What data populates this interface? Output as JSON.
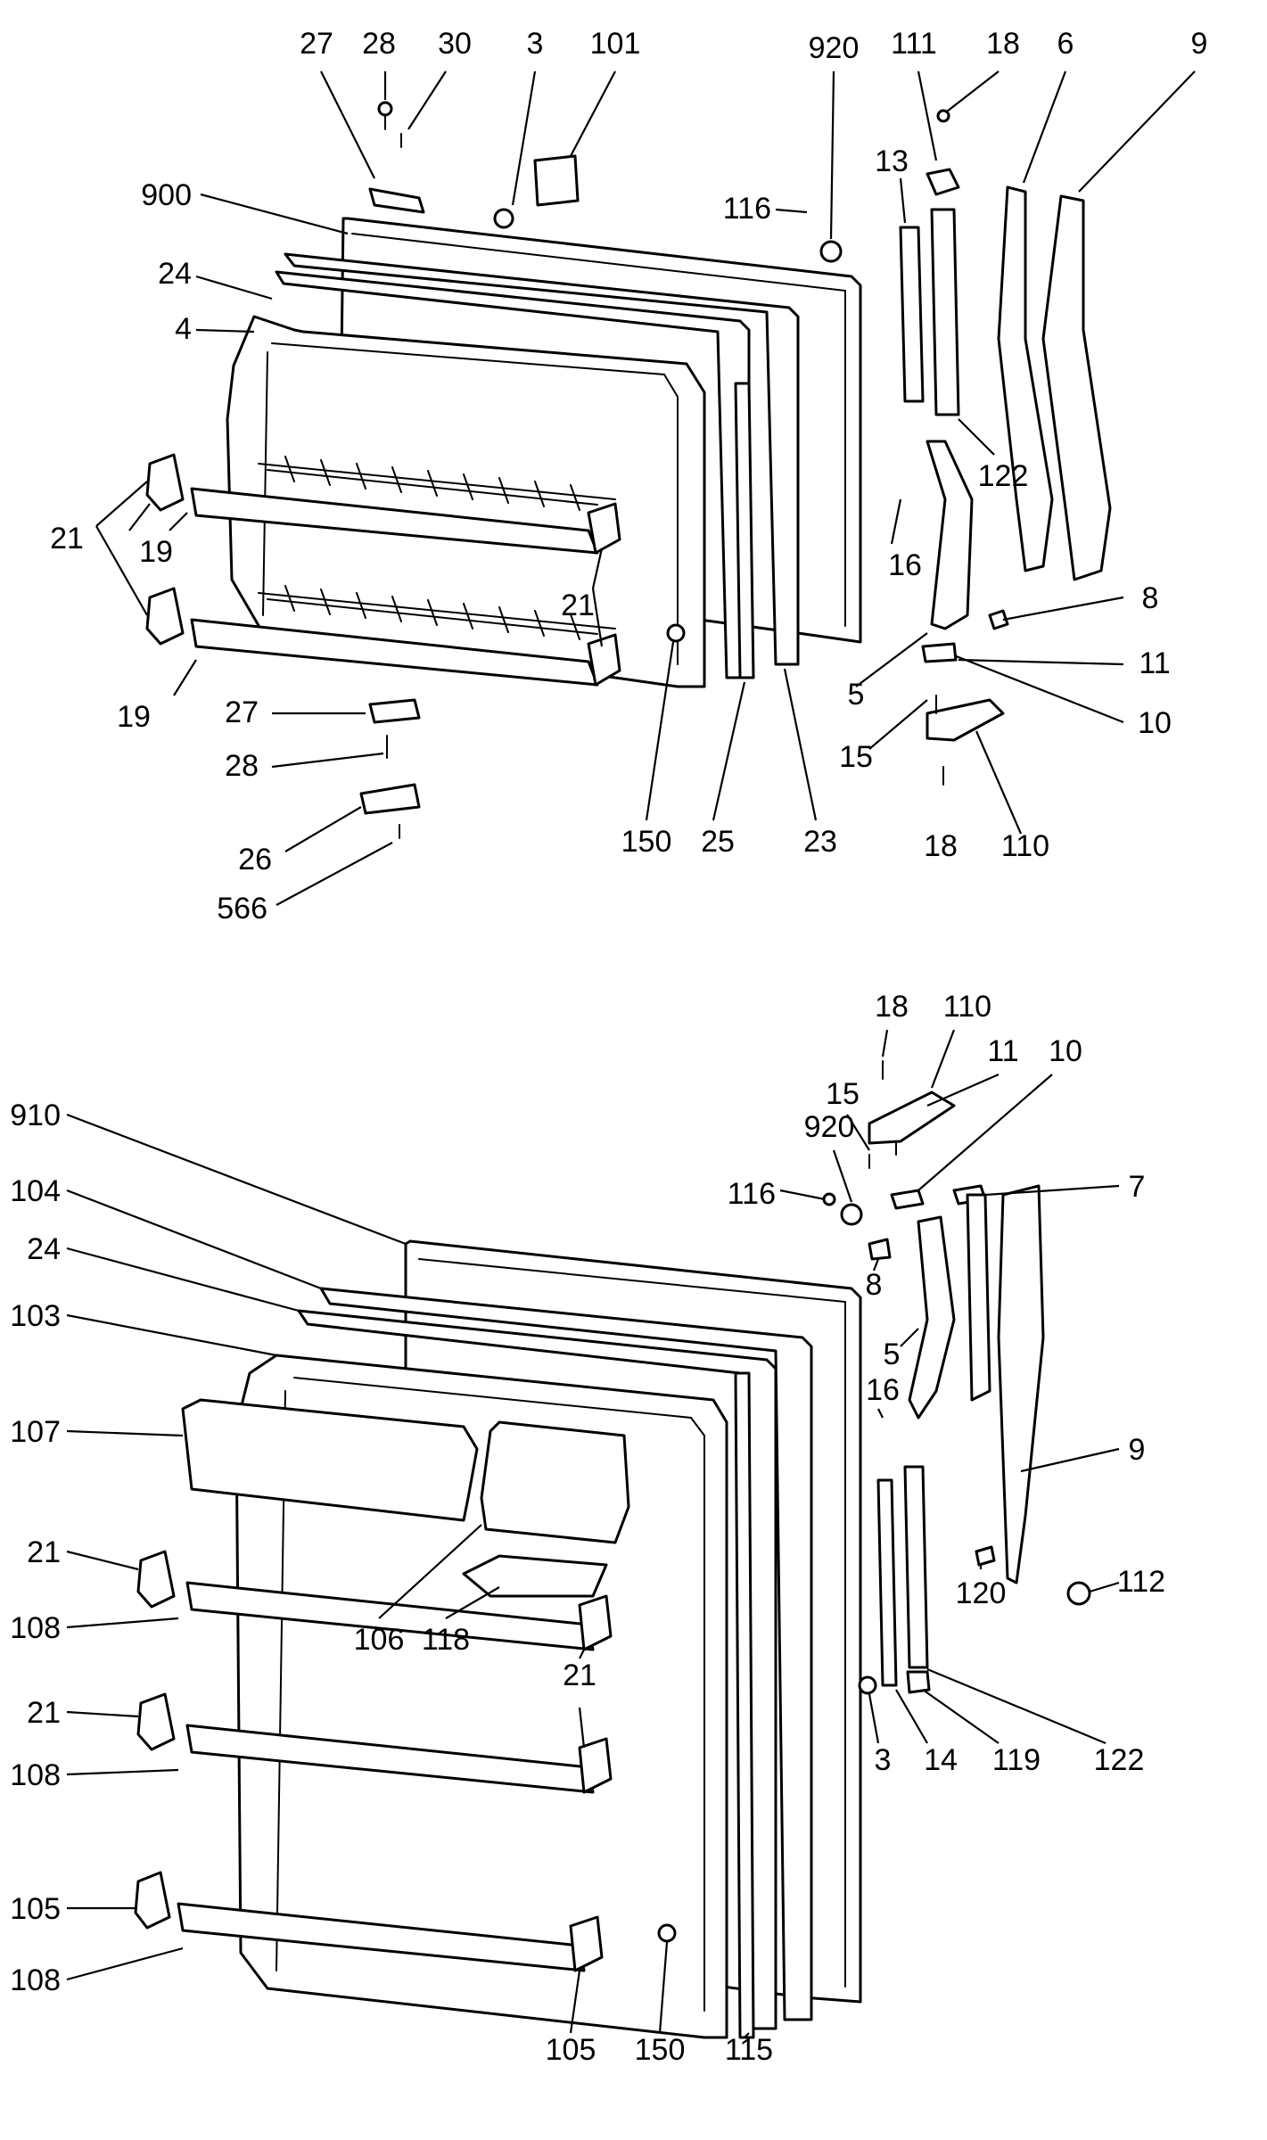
{
  "colors": {
    "line": "#000000",
    "background": "#ffffff"
  },
  "top_assembly": {
    "labels": [
      "27",
      "28",
      "30",
      "3",
      "101",
      "920",
      "111",
      "18",
      "6",
      "9",
      "900",
      "116",
      "13",
      "24",
      "4",
      "122",
      "21",
      "19",
      "16",
      "21",
      "8",
      "5",
      "11",
      "10",
      "19",
      "27",
      "15",
      "28",
      "26",
      "110",
      "18",
      "566",
      "150",
      "25",
      "23"
    ]
  },
  "bottom_assembly": {
    "labels": [
      "18",
      "110",
      "15",
      "11",
      "10",
      "920",
      "116",
      "910",
      "104",
      "7",
      "24",
      "8",
      "103",
      "5",
      "16",
      "107",
      "9",
      "21",
      "120",
      "112",
      "108",
      "106",
      "118",
      "21",
      "21",
      "108",
      "3",
      "14",
      "119",
      "122",
      "105",
      "108",
      "105",
      "150",
      "115"
    ]
  }
}
